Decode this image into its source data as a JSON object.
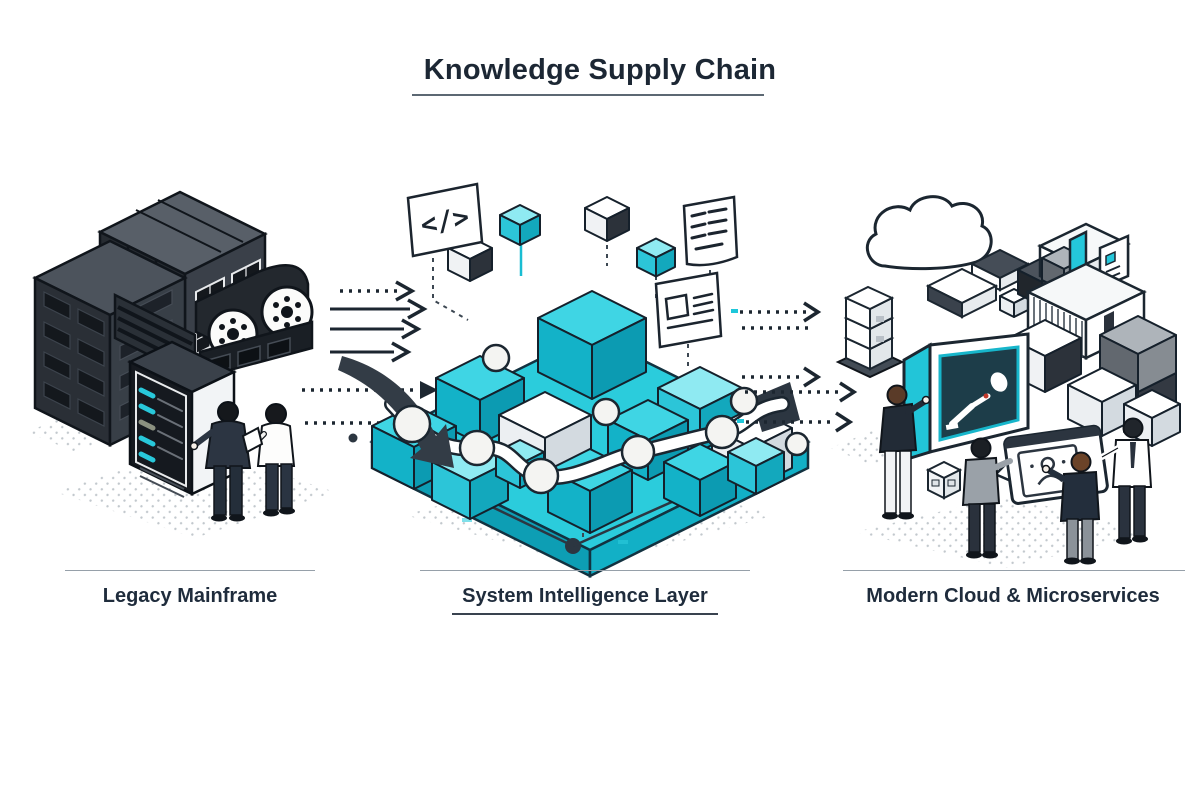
{
  "title": "Knowledge Supply Chain",
  "sections": {
    "legacy": {
      "label": "Legacy Mainframe"
    },
    "intelligence": {
      "label": "System Intelligence Layer"
    },
    "modern": {
      "label": "Modern Cloud & Microservices"
    }
  },
  "icons": {
    "code_glyph": "</>",
    "names": [
      "code-panel-icon",
      "document-text-icon",
      "document-media-icon",
      "cloud-icon",
      "tape-reel-icon",
      "server-rack-icon",
      "robot-arm-screen-icon",
      "user-card-board-icon",
      "flow-arrow-icons"
    ]
  },
  "colors": {
    "accent_cyan": "#1ec7da",
    "cyan_deep": "#0fa4ba",
    "ink": "#1e2a38",
    "hardware_dark": "#262c33",
    "neutral_gray": "#9aa1a8"
  }
}
